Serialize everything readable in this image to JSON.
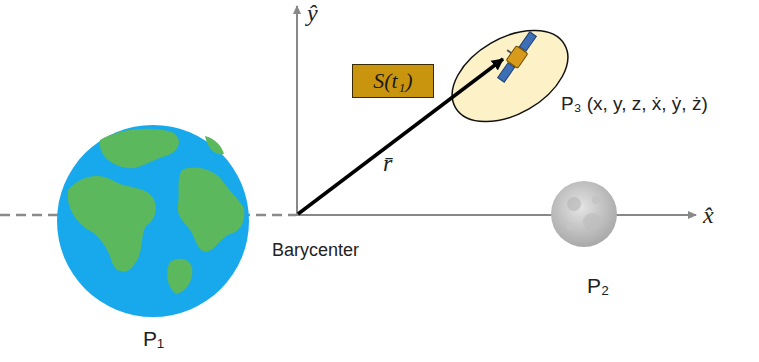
{
  "diagram": {
    "nodes": [
      {
        "text": [
          "S(t₁)"
        ]
      }
    ],
    "labels": [
      "ŷ",
      "x̂",
      "Barycenter",
      "r̄",
      "P₁",
      "P₂",
      "P₃ (x, y, z, ẋ, ẏ, ż)"
    ]
  }
}
